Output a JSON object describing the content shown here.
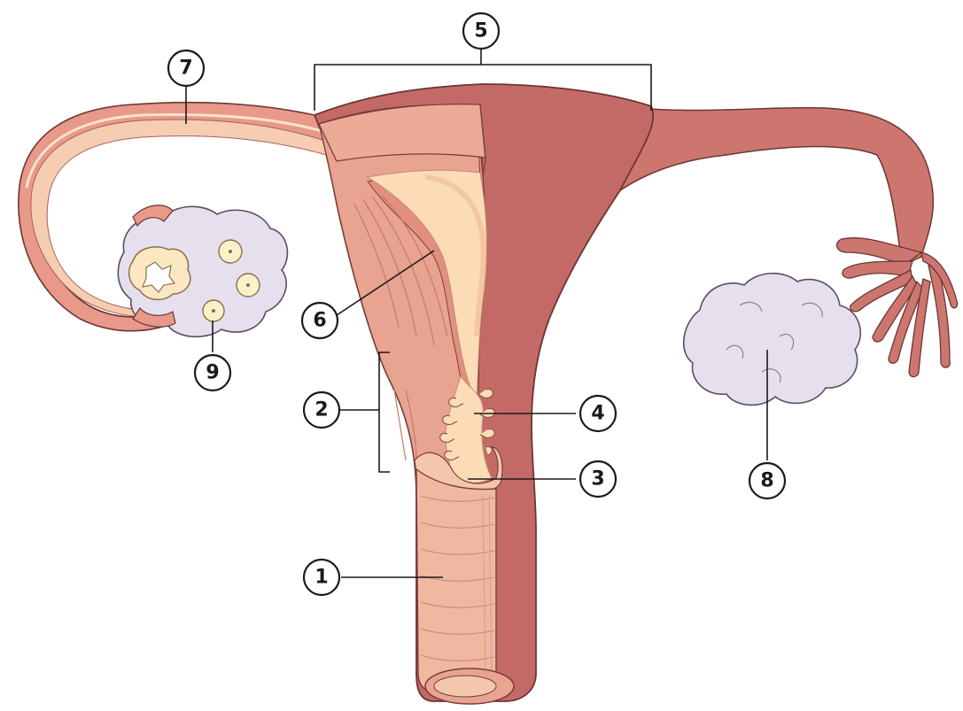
{
  "labels": {
    "l1": "1",
    "l2": "2",
    "l3": "3",
    "l4": "4",
    "l5": "5",
    "l6": "6",
    "l7": "7",
    "l8": "8",
    "l9": "9"
  },
  "colors": {
    "muscle_dark": "#c46a66",
    "muscle_mid": "#d98378",
    "muscle_light": "#e9a391",
    "cut_surface": "#f0b3a0",
    "endometrium": "#fbe0bd",
    "ovary": "#e6e0ee",
    "ovary_edge": "#5b4e63",
    "outline": "#4a2a28",
    "ink": "#1a1a1a"
  }
}
